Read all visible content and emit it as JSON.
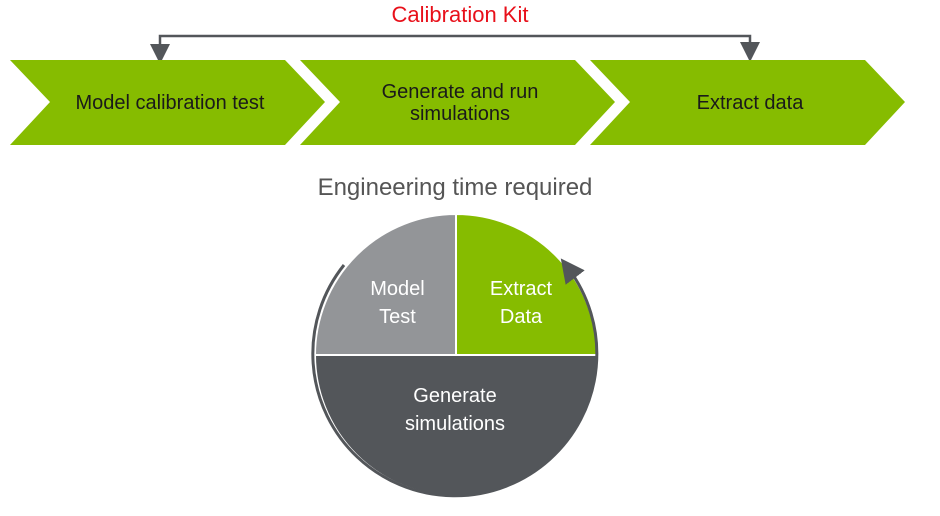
{
  "process": {
    "bracket_label": "Calibration Kit",
    "steps": [
      {
        "label": "Model calibration test"
      },
      {
        "label": "Generate and run simulations"
      },
      {
        "label": "Extract data"
      }
    ]
  },
  "colors": {
    "green": "#86bc00",
    "gray": "#939598",
    "dark": "#53565a",
    "accent": "#e8101a"
  },
  "chart_data": {
    "type": "pie",
    "title": "Engineering time required",
    "slices": [
      {
        "label": "Model Test",
        "value": 25,
        "color": "#939598"
      },
      {
        "label": "Extract Data",
        "value": 25,
        "color": "#86bc00"
      },
      {
        "label": "Generate simulations",
        "value": 50,
        "color": "#53565a"
      }
    ],
    "legend": "none"
  }
}
